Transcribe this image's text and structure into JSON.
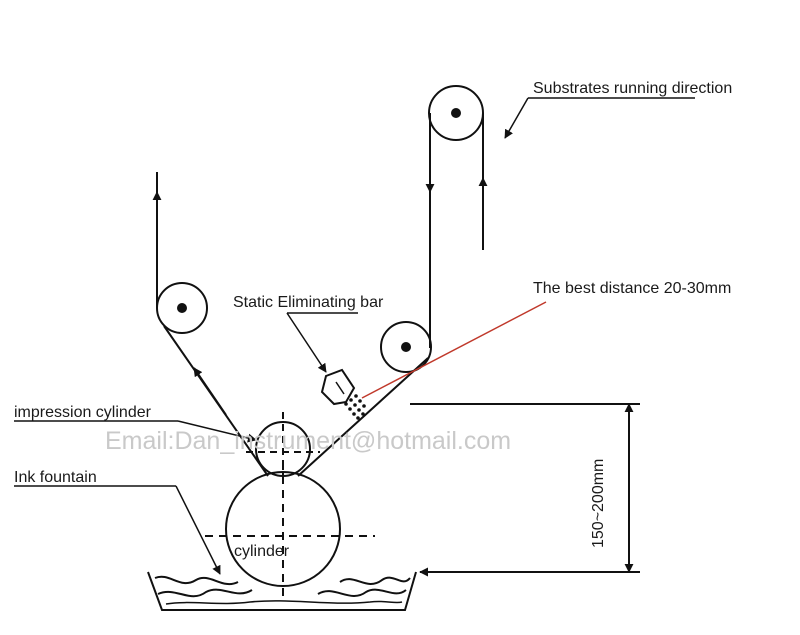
{
  "labels": {
    "substrates_direction": "Substrates running direction",
    "best_distance": "The best distance 20-30mm",
    "static_bar": "Static Eliminating bar",
    "impression_cylinder": "impression cylinder",
    "ink_fountain": "Ink fountain",
    "cylinder": "cylinder",
    "height_dim": "150~200mm"
  },
  "watermark": "Email:Dan_instrument@hotmail.com",
  "colors": {
    "line": "#111111",
    "pointer_red": "#c0392b",
    "watermark": "#c9c9c9"
  }
}
